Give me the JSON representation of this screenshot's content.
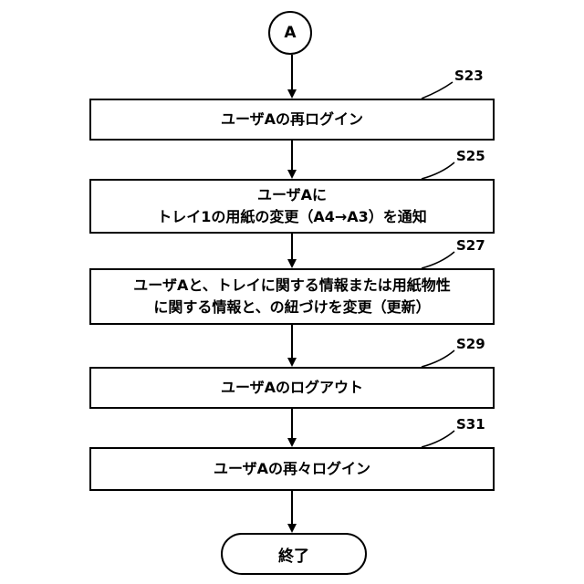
{
  "start_connector": "A",
  "steps": [
    {
      "id": "S23",
      "lines": [
        "ユーザAの再ログイン"
      ]
    },
    {
      "id": "S25",
      "lines": [
        "ユーザAに",
        "トレイ1の用紙の変更（A4→A3）を通知"
      ]
    },
    {
      "id": "S27",
      "lines": [
        "ユーザAと、トレイに関する情報または用紙物性",
        "に関する情報と、の紐づけを変更（更新）"
      ]
    },
    {
      "id": "S29",
      "lines": [
        "ユーザAのログアウト"
      ]
    },
    {
      "id": "S31",
      "lines": [
        "ユーザAの再々ログイン"
      ]
    }
  ],
  "end_terminal": "終了"
}
